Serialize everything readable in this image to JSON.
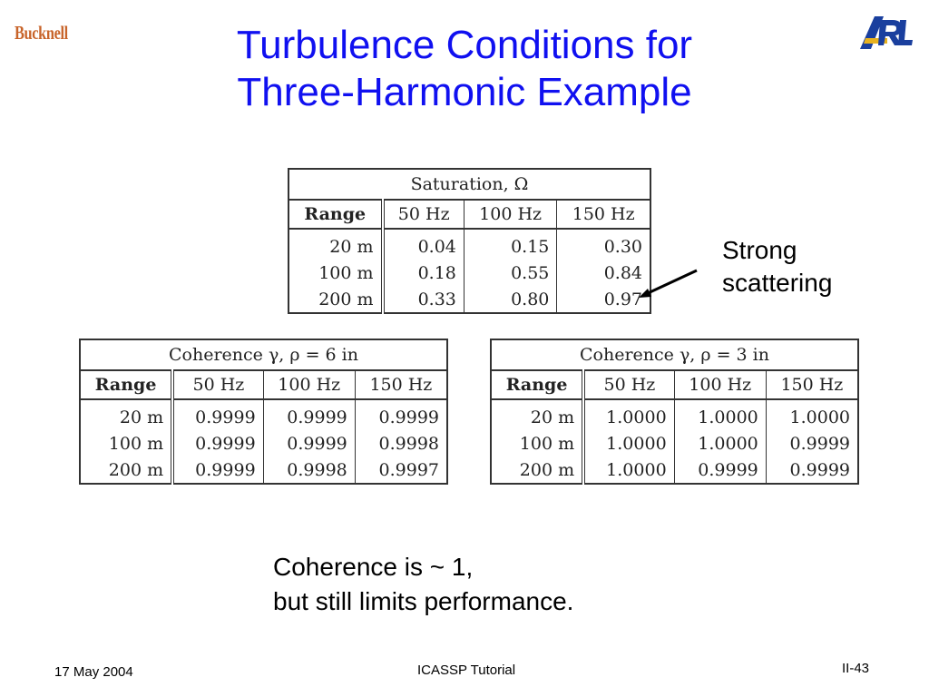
{
  "header": {
    "logo_left": "Bucknell",
    "logo_right": "ARL",
    "title_line1": "Turbulence Conditions for",
    "title_line2": "Three-Harmonic Example",
    "colors": {
      "title": "#1010f0",
      "bucknell": "#c8642a",
      "arl_blue": "#1a3f9e",
      "arl_gold": "#e8b21f"
    }
  },
  "tables": {
    "saturation": {
      "caption": "Saturation, Ω",
      "headers": [
        "Range",
        "50 Hz",
        "100 Hz",
        "150 Hz"
      ],
      "rows": [
        [
          "20 m",
          "0.04",
          "0.15",
          "0.30"
        ],
        [
          "100 m",
          "0.18",
          "0.55",
          "0.84"
        ],
        [
          "200 m",
          "0.33",
          "0.80",
          "0.97"
        ]
      ]
    },
    "coherence_6in": {
      "caption": "Coherence γ, ρ = 6 in",
      "headers": [
        "Range",
        "50 Hz",
        "100 Hz",
        "150 Hz"
      ],
      "rows": [
        [
          "20 m",
          "0.9999",
          "0.9999",
          "0.9999"
        ],
        [
          "100 m",
          "0.9999",
          "0.9999",
          "0.9998"
        ],
        [
          "200 m",
          "0.9999",
          "0.9998",
          "0.9997"
        ]
      ]
    },
    "coherence_3in": {
      "caption": "Coherence γ, ρ = 3 in",
      "headers": [
        "Range",
        "50 Hz",
        "100 Hz",
        "150 Hz"
      ],
      "rows": [
        [
          "20 m",
          "1.0000",
          "1.0000",
          "1.0000"
        ],
        [
          "100 m",
          "1.0000",
          "1.0000",
          "0.9999"
        ],
        [
          "200 m",
          "1.0000",
          "0.9999",
          "0.9999"
        ]
      ]
    }
  },
  "annotation": {
    "line1": "Strong",
    "line2": "scattering"
  },
  "note": {
    "line1": "Coherence is ~ 1,",
    "line2": "but still limits performance."
  },
  "footer": {
    "date": "17 May 2004",
    "center": "ICASSP Tutorial",
    "page": "II-43"
  }
}
